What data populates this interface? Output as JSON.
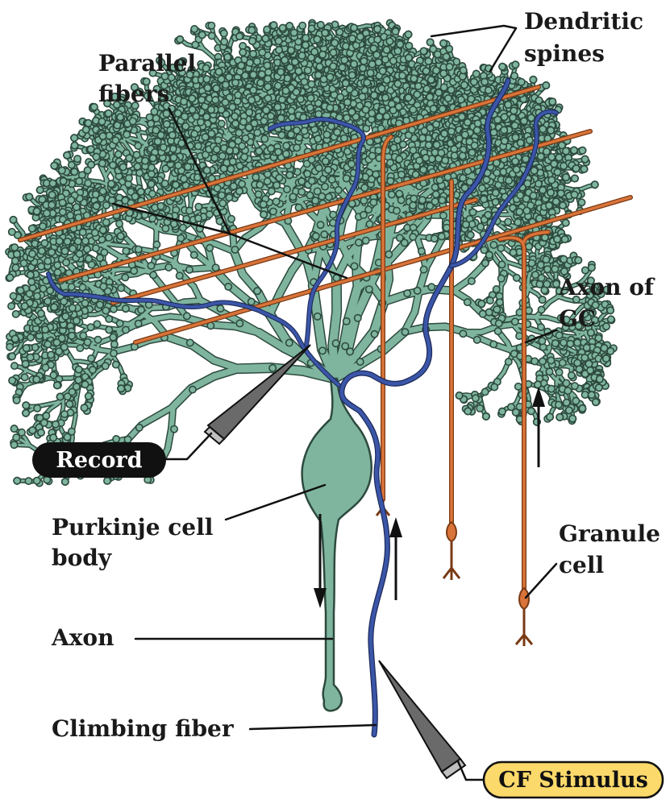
{
  "labels": {
    "dendritic_spines": [
      "Dendritic",
      "spines"
    ],
    "parallel_fibers": [
      "Parallel",
      "fibers"
    ],
    "axon_of_gc": [
      "Axon of",
      "GC"
    ],
    "record": "Record",
    "purkinje_cell_body": [
      "Purkinje cell",
      "body"
    ],
    "granule_cell": [
      "Granule",
      "cell"
    ],
    "axon": "Axon",
    "climbing_fiber": "Climbing fiber",
    "cf_stimulus": "CF Stimulus"
  },
  "colors": {
    "purkinje": "#7fb59f",
    "purkinje_outline": "#2d4a3e",
    "parallel_fiber": "#d9743a",
    "climbing_fiber": "#3b56a8",
    "leader_line": "#111111",
    "record_pill_bg": "#111111",
    "record_pill_text": "#ffffff",
    "stimulus_pill_bg": "#fbd96a",
    "stimulus_pill_text": "#111111"
  }
}
